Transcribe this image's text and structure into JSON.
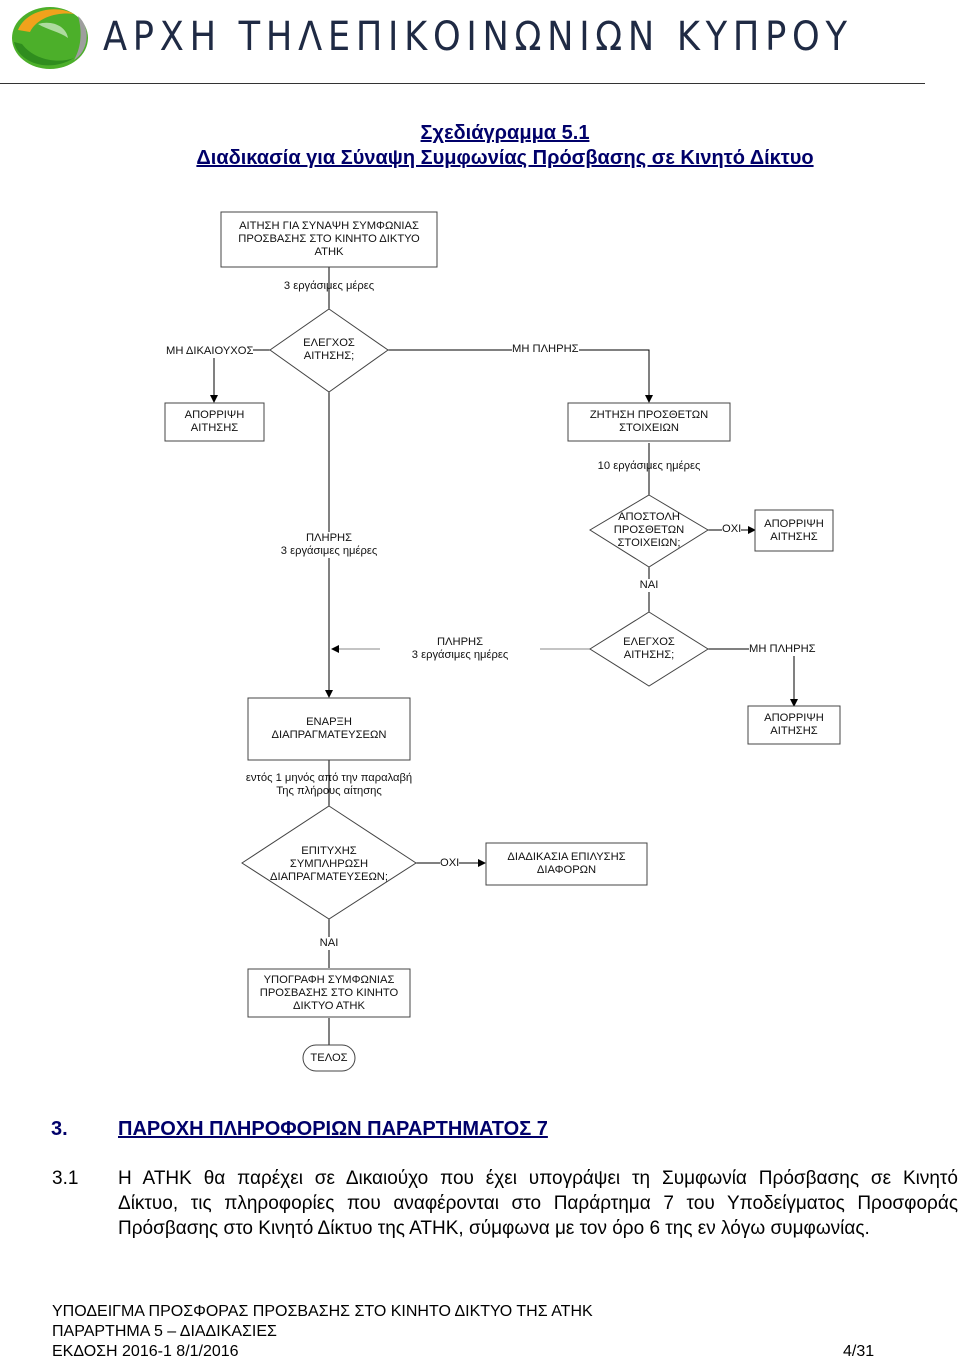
{
  "header": {
    "title": "ΑΡΧΗ ΤΗΛΕΠΙΚΟΙΝΩΝΙΩΝ ΚΥΠΡΟΥ",
    "logo_icon": "atik-globe-logo-icon",
    "colors": {
      "logo_green": "#4caf2a",
      "logo_orange": "#f0a21c",
      "logo_grey": "#9e9e9e",
      "title": "#1f2a44"
    }
  },
  "figure": {
    "title_line1": "Σχεδιάγραμμα 5.1",
    "title_line2": "Διαδικασία για Σύναψη Συμφωνίας Πρόσβασης σε Κινητό Δίκτυο",
    "nodes": {
      "application": [
        "ΑΙΤΗΣΗ ΓΙΑ  ΣΥΝΑΨΗ ΣΥΜΦΩΝΙΑΣ",
        "ΠΡΟΣΒΑΣΗΣ ΣΤΟ ΚΙΝΗΤΟ ΔΙΚΤΥΟ",
        "ΑΤΗΚ"
      ],
      "check1": [
        "ΕΛΕΓΧΟΣ",
        "ΑΙΤΗΣΗΣ;"
      ],
      "reject1": [
        "ΑΠΟΡΡΙΨΗ",
        "ΑΙΤΗΣΗΣ"
      ],
      "request_more": [
        "ΖΗΤΗΣΗ ΠΡΟΣΘΕΤΩΝ",
        "ΣΤΟΙΧΕΙΩΝ"
      ],
      "sent_more": [
        "ΑΠΟΣΤΟΛΗ",
        "ΠΡΟΣΘΕΤΩΝ",
        "ΣΤΟΙΧΕΙΩΝ;"
      ],
      "reject2": [
        "ΑΠΟΡΡΙΨΗ",
        "ΑΙΤΗΣΗΣ"
      ],
      "check2": [
        "ΕΛΕΓΧΟΣ",
        "ΑΙΤΗΣΗΣ;"
      ],
      "reject3": [
        "ΑΠΟΡΡΙΨΗ",
        "ΑΙΤΗΣΗΣ"
      ],
      "start_negotiations": [
        "ΕΝΑΡΞΗ",
        "ΔΙΑΠΡΑΓΜΑΤΕΥΣΕΩΝ"
      ],
      "success_check": [
        "ΕΠΙΤΥΧΗΣ",
        "ΣΥΜΠΛΗΡΩΣΗ",
        "ΔΙΑΠΡΑΓΜΑΤΕΥΣΕΩΝ;"
      ],
      "dispute": [
        "ΔΙΑΔΙΚΑΣΙΑ ΕΠΙΛΥΣΗΣ",
        "ΔΙΑΦΟΡΩΝ"
      ],
      "sign": [
        "ΥΠΟΓΡΑΦΗ ΣΥΜΦΩΝΙΑΣ",
        "ΠΡΟΣΒΑΣΗΣ ΣΤΟ ΚΙΝΗΤΟ",
        "ΔΙΚΤΥΟ ΑΤΗΚ"
      ],
      "end": "ΤΕΛΟΣ"
    },
    "labels": {
      "days3_a": "3 εργάσιμες μέρες",
      "not_holder": "ΜΗ ΔΙΚΑΙΟΥΧΟΣ",
      "not_complete_a": "ΜΗ ΠΛΗΡΗΣ",
      "days10": "10 εργάσιμες ημέρες",
      "complete_a": [
        "ΠΛΗΡΗΣ",
        "3 εργάσιμες ημέρες"
      ],
      "no_a": "ΟΧΙ",
      "yes_a": "ΝΑΙ",
      "complete_b": [
        "ΠΛΗΡΗΣ",
        "3 εργάσιμες ημέρες"
      ],
      "not_complete_b": "ΜΗ ΠΛΗΡΗΣ",
      "within_month": [
        "εντός 1 μηνός από την παραλαβή",
        "Της πλήρους αίτησης"
      ],
      "no_b": "ΟΧΙ",
      "yes_b": "ΝΑΙ"
    }
  },
  "section": {
    "number": "3.",
    "title": "ΠΑΡΟΧΗ ΠΛΗΡΟΦΟΡΙΩΝ ΠΑΡΑΡΤΗΜΑΤΟΣ 7",
    "para_number": "3.1",
    "para_lines": [
      "Η ΑΤΗΚ θα παρέχει σε Δικαιούχο που έχει υπογράψει τη Συμφωνία Πρόσβασης σε Κινητό",
      "Δίκτυο, τις πληροφορίες που αναφέρονται στο Παράρτημα 7 του Υποδείγματος Προσφοράς",
      "Πρόσβασης στο Κινητό Δίκτυο της ΑΤΗΚ,  σύμφωνα με τον όρο 6 της εν λόγω συμφωνίας."
    ]
  },
  "footer": {
    "line1": "ΥΠΟΔΕΙΓΜΑ ΠΡΟΣΦΟΡΑΣ ΠΡΟΣΒΑΣΗΣ ΣΤΟ ΚΙΝΗΤΟ ΔΙΚΤΥΟ ΤΗΣ ΑΤΗΚ",
    "line2": "ΠΑΡΑΡΤΗΜΑ 5 – ΔΙΑΔΙΚΑΣΙΕΣ",
    "line3": "ΕΚΔΟΣΗ 2016-1 8/1/2016",
    "page": "4/31"
  }
}
